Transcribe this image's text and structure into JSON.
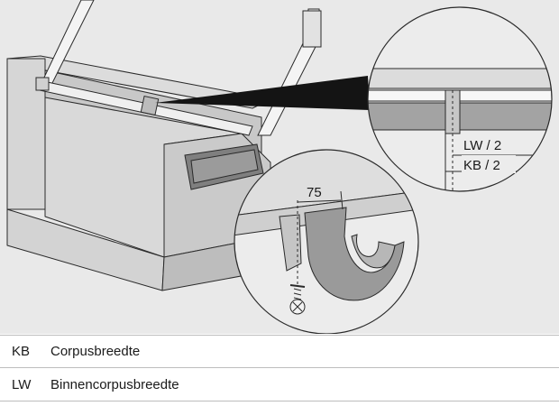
{
  "callouts": {
    "lw_half": "LW / 2",
    "kb_half": "KB / 2",
    "distance": "75"
  },
  "legend": [
    {
      "abbr": "KB",
      "description": "Corpusbreedte"
    },
    {
      "abbr": "LW",
      "description": "Binnencorpusbreedte"
    }
  ],
  "colors": {
    "background": "#e9e9e9",
    "cabinet_light": "#dedede",
    "cabinet_mid": "#c9c9c9",
    "cabinet_dark": "#b5b5b5",
    "part_dark": "#8d8d8d",
    "outline": "#2a2a2a"
  }
}
